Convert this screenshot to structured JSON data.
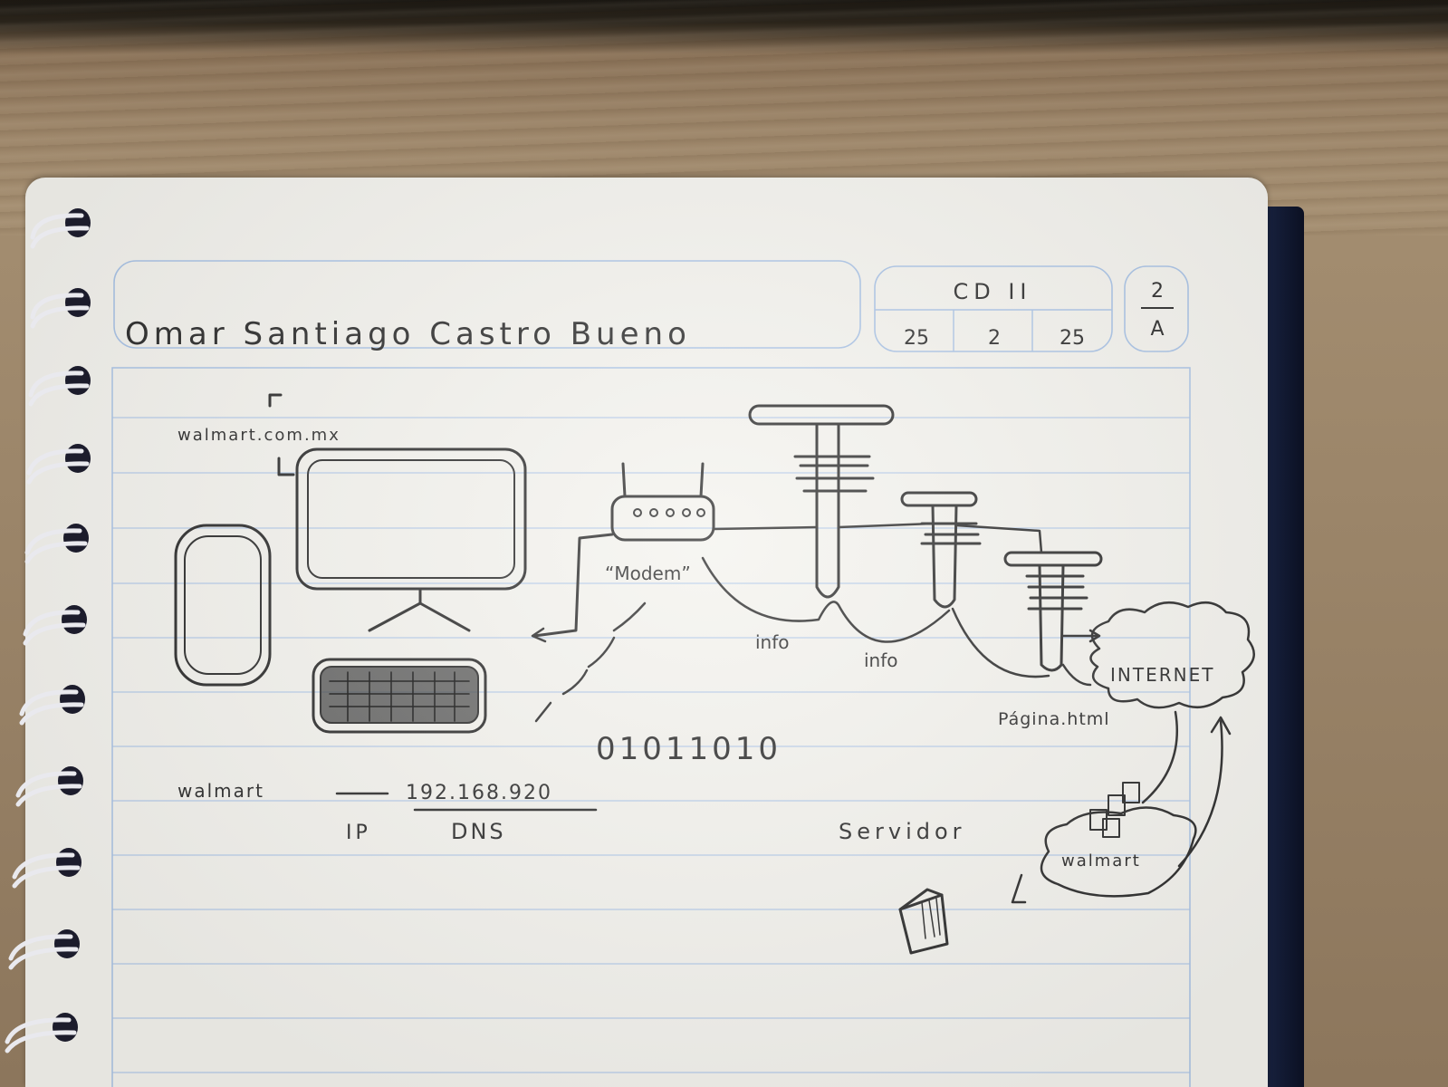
{
  "header": {
    "student_name": "Omar Santiago Castro Bueno",
    "subject": "CD II",
    "date_day": "25",
    "date_month": "2",
    "date_year": "25",
    "group_top": "2",
    "group_bottom": "A"
  },
  "sketch": {
    "url_label": "walmart.com.mx",
    "modem_label": "“Modem”",
    "info_label_1": "info",
    "info_label_2": "info",
    "internet_label": "INTERNET",
    "pagina_label": "Página.html",
    "binary_label": "01011010",
    "walmart_left_label": "walmart",
    "ip_address": "192.168.920",
    "ip_label": "IP",
    "dns_label": "DNS",
    "servidor_label": "Servidor",
    "walmart_cloud_label": "walmart"
  },
  "colors": {
    "ink": "#2b2b2b",
    "paper": "#f4f3ee",
    "rule_line": "#a9c3e6",
    "cover": "#1a2240",
    "ring": "#e9e9ee"
  }
}
